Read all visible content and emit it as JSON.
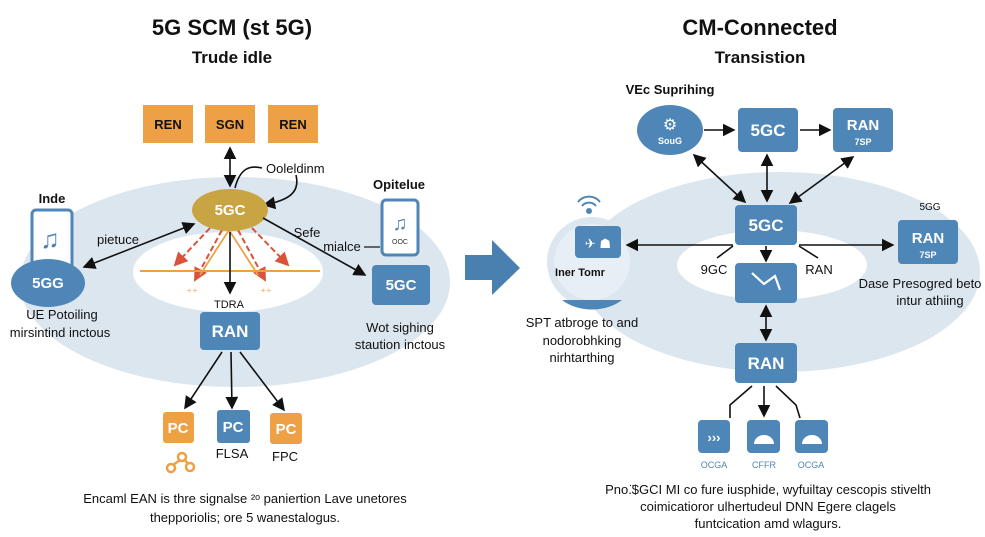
{
  "colors": {
    "node_blue": "#4f86b8",
    "node_orange": "#eea045",
    "core_gold": "#c9a443",
    "cloud": "#dce6ef",
    "arrow": "#4a80b0",
    "signal_red": "#d9533a"
  },
  "left": {
    "title": "5G SCM (st 5G)",
    "subtitle": "Trude idle",
    "top_nodes": [
      "REN",
      "SGN",
      "REN"
    ],
    "core": "5GC",
    "core_callout": "Ooleldinm",
    "ue": {
      "heading": "Inde",
      "node": "5GG",
      "link_label": "pietuce",
      "caption": [
        "UE Potoiling",
        "mirsintind inctous"
      ]
    },
    "right_device": {
      "heading": "Opitelue",
      "screen_text": "OOC",
      "link_labels": [
        "Sefe",
        "mialce"
      ],
      "node": "5GC",
      "caption": [
        "Wot sighing",
        "staution inctous"
      ]
    },
    "ran_label": "TDRA",
    "ran": "RAN",
    "pcs": [
      {
        "label": "PC",
        "color": "orange",
        "caption": ""
      },
      {
        "label": "PC",
        "color": "blue",
        "caption": "FLSA"
      },
      {
        "label": "PC",
        "color": "orange",
        "caption": "FPC"
      }
    ],
    "footer": [
      "Encaml EAN is thre signalse ²ᵒ paniertion Lave unetores",
      "thepporiolis; ore 5 wanestalogus."
    ]
  },
  "transition_arrow": "arrow-right-icon",
  "right": {
    "title": "CM-Connected",
    "subtitle": "Transistion",
    "top_heading": "VEc Suprihing",
    "gear_node": "SouG",
    "top_core": "5GC",
    "top_ran": {
      "label": "RAN",
      "sub": "7SP"
    },
    "mid_core": "5GC",
    "inner_labels": [
      "9GC",
      "RAN"
    ],
    "device": {
      "label": "Iner Tomr",
      "caption": [
        "SPT atbroge to and",
        "nodorobhking",
        "nirhtarthing"
      ]
    },
    "side_ran": {
      "heading": "5GG",
      "label": "RAN",
      "sub": "7SP",
      "caption": [
        "Dase Presogred beto",
        "intur athiing"
      ]
    },
    "bottom_ran": "RAN",
    "bottom_icons": [
      {
        "icon": "chevrons-icon",
        "label": "OCGA"
      },
      {
        "icon": "helmet-icon",
        "label": "CFFR"
      },
      {
        "icon": "helmet-icon",
        "label": "OCGA"
      }
    ],
    "footer": [
      "Pno.̈$GCI MI co fure iusphide, wyfuiltay cescopis stivelth",
      "coimicatioror ulhertudeul DNN Egere clagels",
      "funtcication amd wlagurs."
    ]
  }
}
